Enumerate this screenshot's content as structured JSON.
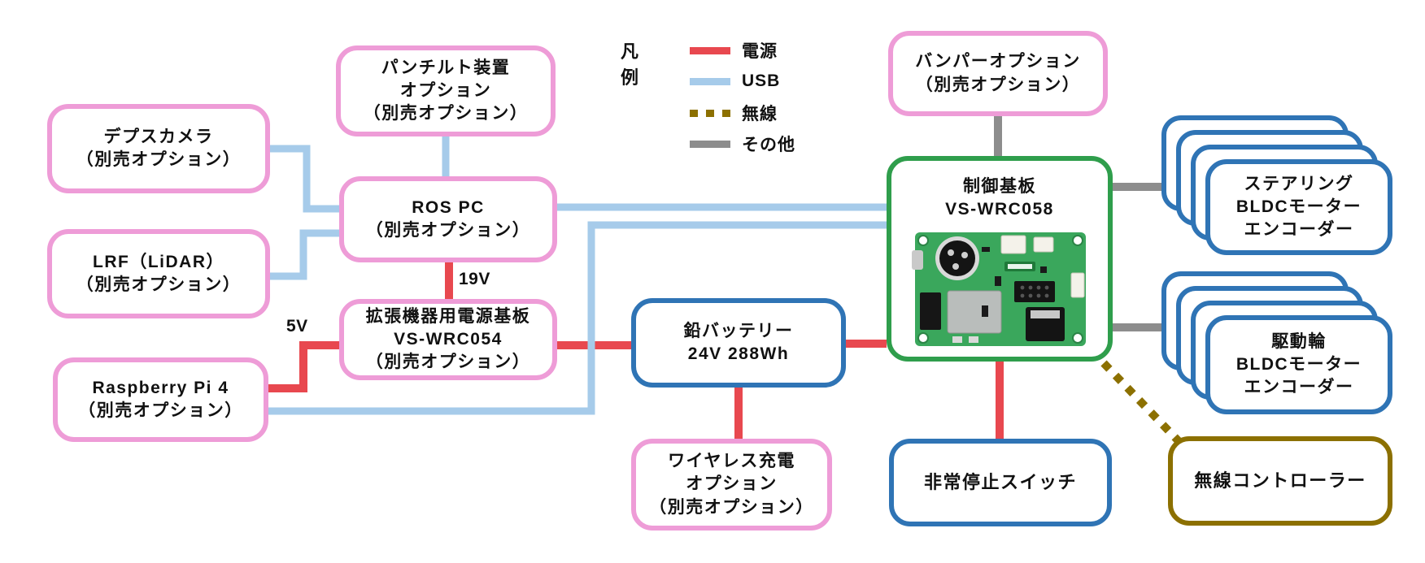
{
  "legend": {
    "title": "凡例",
    "items": [
      {
        "label": "電源",
        "color": "#e8484f",
        "style": "solid"
      },
      {
        "label": "USB",
        "color": "#a6cbea",
        "style": "solid"
      },
      {
        "label": "無線",
        "color": "#8c7000",
        "style": "dotted"
      },
      {
        "label": "その他",
        "color": "#8d8d8d",
        "style": "solid"
      }
    ]
  },
  "nodes": {
    "pan_tilt": {
      "lines": [
        "パンチルト装置",
        "オプション",
        "（別売オプション）"
      ]
    },
    "depth_camera": {
      "lines": [
        "デプスカメラ",
        "（別売オプション）"
      ]
    },
    "lrf": {
      "lines": [
        "LRF（LiDAR）",
        "（別売オプション）"
      ]
    },
    "ros_pc": {
      "lines": [
        "ROS PC",
        "（別売オプション）"
      ]
    },
    "ext_power_board": {
      "lines": [
        "拡張機器用電源基板",
        "VS-WRC054",
        "（別売オプション）"
      ]
    },
    "raspberry_pi": {
      "lines": [
        "Raspberry Pi 4",
        "（別売オプション）"
      ]
    },
    "battery": {
      "lines": [
        "鉛バッテリー",
        "24V 288Wh"
      ]
    },
    "wireless_charge": {
      "lines": [
        "ワイヤレス充電",
        "オプション",
        "（別売オプション）"
      ]
    },
    "bumper": {
      "lines": [
        "バンパーオプション",
        "（別売オプション）"
      ]
    },
    "control_board": {
      "lines": [
        "制御基板",
        "VS-WRC058"
      ]
    },
    "emergency_stop": {
      "lines": [
        "非常停止スイッチ"
      ]
    },
    "wireless_controller": {
      "lines": [
        "無線コントローラー"
      ]
    },
    "steering_motor": {
      "lines": [
        "ステアリング",
        "BLDCモーター",
        "エンコーダー"
      ]
    },
    "drive_motor": {
      "lines": [
        "駆動輪",
        "BLDCモーター",
        "エンコーダー"
      ]
    }
  },
  "edge_labels": {
    "v19": "19V",
    "v5": "5V"
  },
  "colors": {
    "pink_border": "#ee9cd7",
    "blue_border": "#2f74b5",
    "green_border": "#2f9e4c",
    "olive_border": "#8c7000",
    "power_line": "#e8484f",
    "usb_line": "#a6cbea",
    "wireless_line": "#8c7000",
    "other_line": "#8d8d8d"
  }
}
